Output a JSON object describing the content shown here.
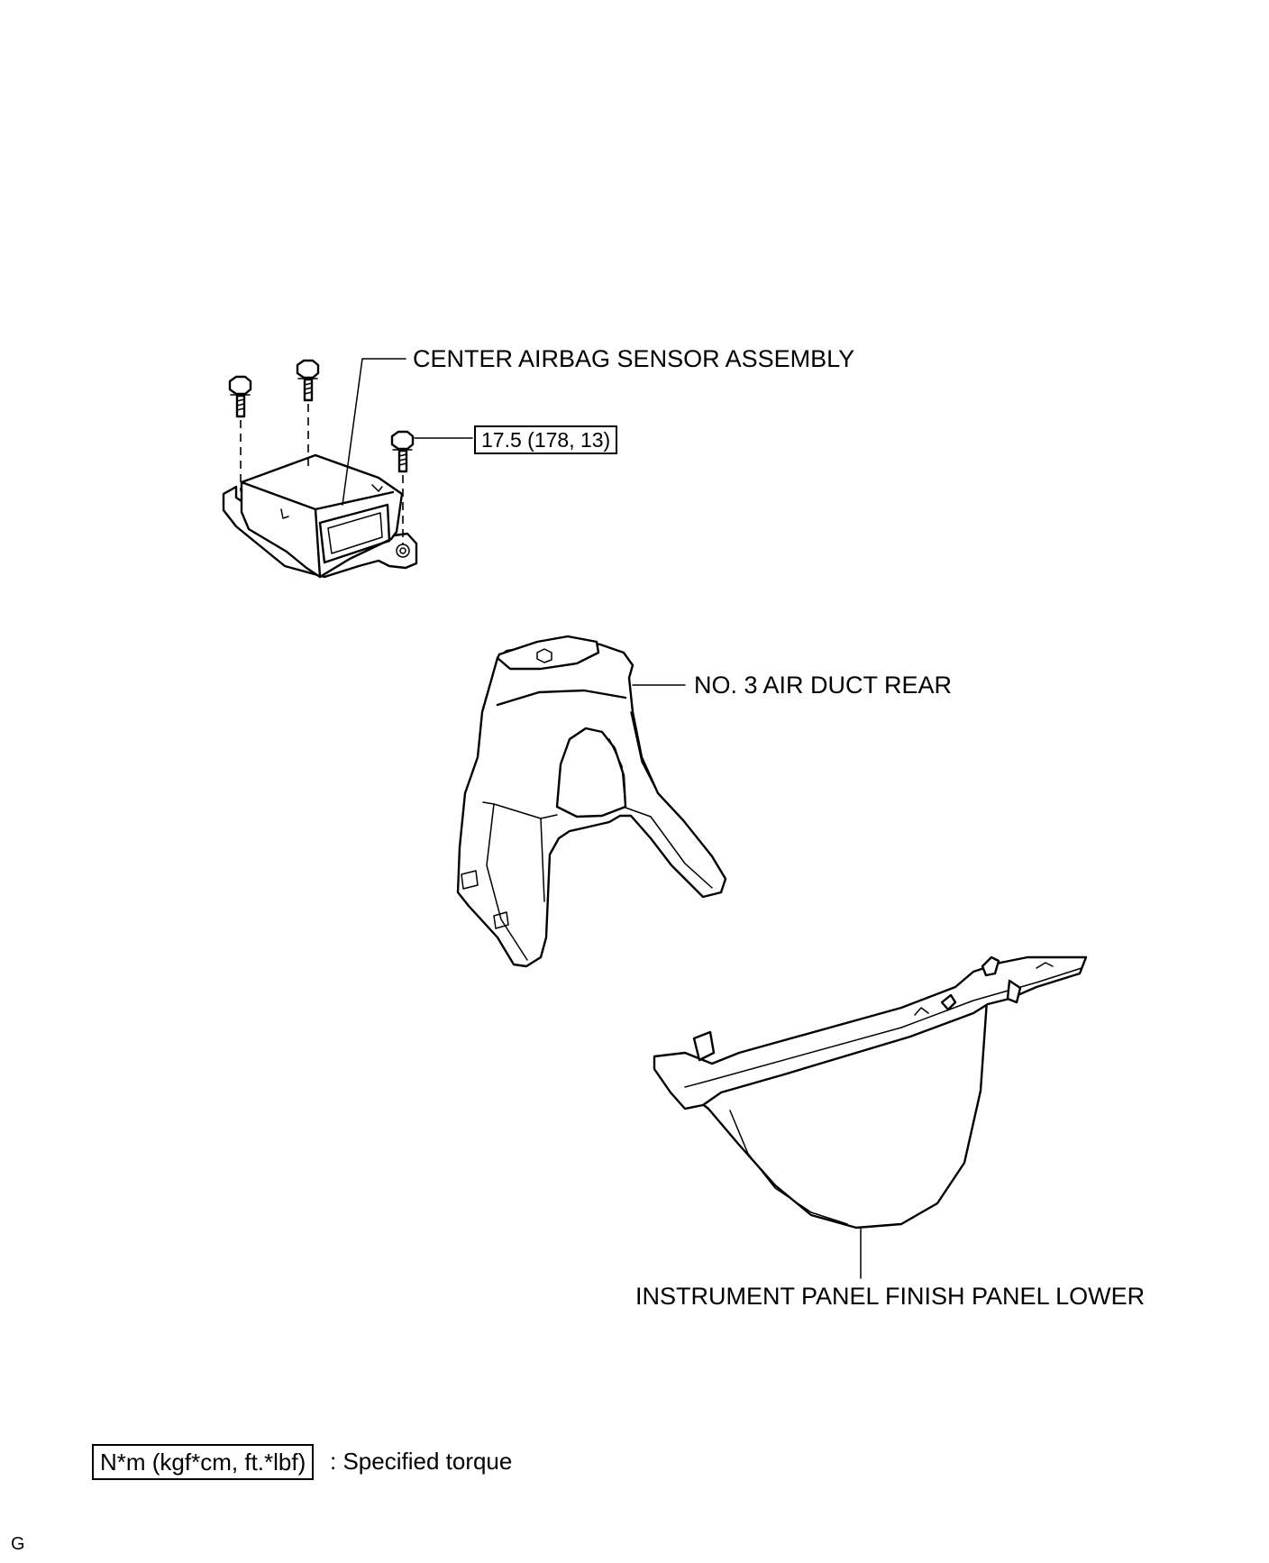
{
  "parts": {
    "sensor": "CENTER AIRBAG SENSOR ASSEMBLY",
    "duct": "NO. 3 AIR DUCT REAR",
    "panel": "INSTRUMENT PANEL FINISH PANEL LOWER"
  },
  "torque_value": "17.5 (178, 13)",
  "legend": {
    "unit_box": "N*m (kgf*cm, ft.*lbf)",
    "text": ": Specified torque"
  },
  "figure_code": "G"
}
